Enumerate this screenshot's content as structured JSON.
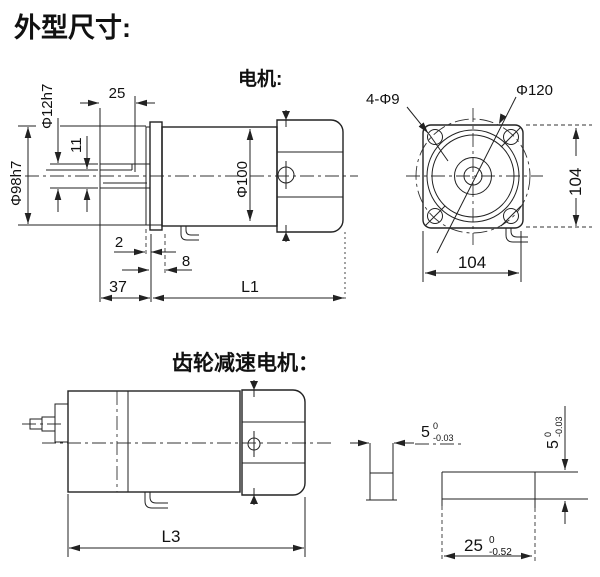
{
  "title": "外型尺寸:",
  "motor": {
    "label": "电机:",
    "shaft_length": "25",
    "shaft_dia": "Φ12h7",
    "key_flat_height": "11",
    "boss_dia": "Φ98h7",
    "body_dia": "Φ100",
    "boss_step": "2",
    "flange_thickness": "8",
    "front_length": "37",
    "body_length": "L1"
  },
  "flange": {
    "holes": "4-Φ9",
    "bolt_circle": "Φ120",
    "height": "104",
    "width": "104"
  },
  "gearmotor": {
    "label": "齿轮减速电机：",
    "total_length": "L3"
  },
  "key": {
    "width": {
      "v": "5",
      "sup": "0",
      "sub": "-0.03"
    },
    "height": {
      "v": "5",
      "sup": "0",
      "sub": "-0.03"
    },
    "length": {
      "v": "25",
      "sup": "0",
      "sub": "-0.52"
    }
  }
}
